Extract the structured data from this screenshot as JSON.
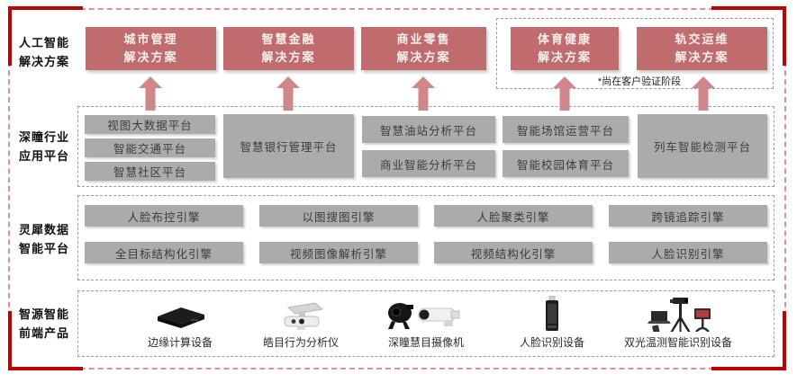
{
  "colors": {
    "solution_box": "#C06C6F",
    "solution_box_text": "#F7EEEE",
    "arrow": "#D18689",
    "corner_bracket": "#C00000",
    "outer_dashed_border": "#DE9092",
    "gray_box": "#ABABAB",
    "gray_box_text": "#3C3C3C",
    "inner_dashed_border": "#9C9C9C",
    "row_label_text": "#111111"
  },
  "rows": [
    {
      "label_lines": [
        "人工智能",
        "解决方案"
      ],
      "boxes": [
        {
          "lines": [
            "城市管理",
            "解决方案"
          ]
        },
        {
          "lines": [
            "智慧金融",
            "解决方案"
          ]
        },
        {
          "lines": [
            "商业零售",
            "解决方案"
          ]
        },
        {
          "lines": [
            "体育健康",
            "解决方案"
          ]
        },
        {
          "lines": [
            "轨交运维",
            "解决方案"
          ]
        }
      ],
      "verification_note": "*尚在客户验证阶段"
    },
    {
      "label_lines": [
        "深瞳行业",
        "应用平台"
      ],
      "groups": [
        {
          "items": [
            "视图大数据平台",
            "智能交通平台",
            "智慧社区平台"
          ]
        },
        {
          "items": [
            "智慧银行管理平台"
          ]
        },
        {
          "items": [
            "智慧油站分析平台",
            "商业智能分析平台"
          ]
        },
        {
          "items": [
            "智能场馆运营平台",
            "智能校园体育平台"
          ]
        },
        {
          "items": [
            "列车智能检测平台"
          ]
        }
      ]
    },
    {
      "label_lines": [
        "灵犀数据",
        "智能平台"
      ],
      "engine_rows": [
        [
          "人脸布控引擎",
          "以图搜图引擎",
          "人脸聚类引擎",
          "跨镜追踪引擎"
        ],
        [
          "全目标结构化引擎",
          "视频图像解析引擎",
          "视频结构化引擎",
          "人脸识别引擎"
        ]
      ]
    },
    {
      "label_lines": [
        "智源智能",
        "前端产品"
      ],
      "products": [
        {
          "icon": "edge-computing-device-icon",
          "label": "边缘计算设备"
        },
        {
          "icon": "behavior-analyzer-icon",
          "label": "皓目行为分析仪"
        },
        {
          "icon": "smart-camera-icon",
          "label": "深瞳慧目摄像机"
        },
        {
          "icon": "face-recognition-kiosk-icon",
          "label": "人脸识别设备"
        },
        {
          "icon": "dual-light-thermal-device-icon",
          "label": "双光温测智能识别设备"
        }
      ]
    }
  ]
}
